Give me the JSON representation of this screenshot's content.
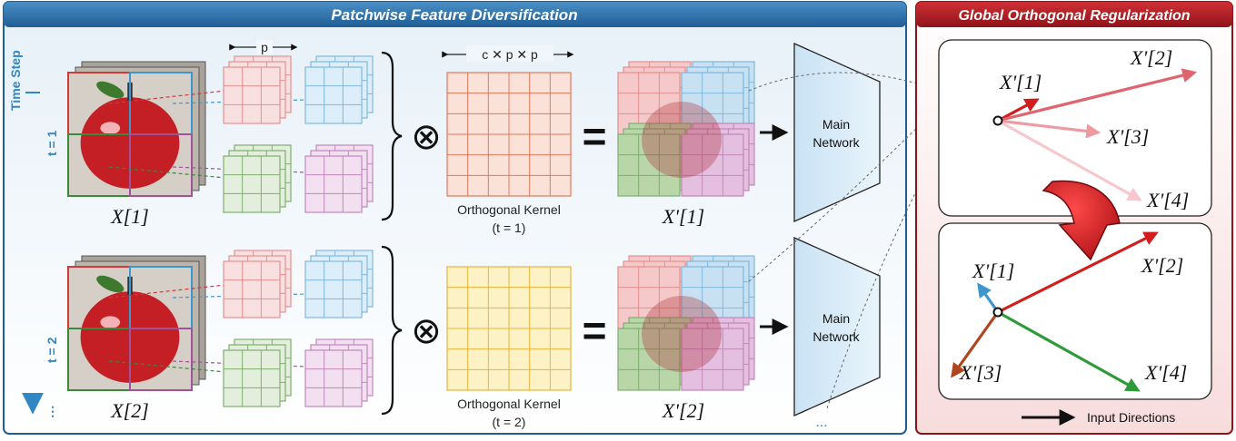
{
  "left_panel": {
    "title": "Patchwise Feature Diversification",
    "time_axis_label": "Time Step",
    "t1_label": "t = 1",
    "t2_label": "t = 2",
    "ellipsis": "⋮",
    "p_label": "p",
    "kernel_dims_label": "c ✕ p ✕ p",
    "rows": [
      {
        "input_label": "X[1]",
        "kernel_caption_line1": "Orthogonal Kernel",
        "kernel_caption_line2": "(t = 1)",
        "output_label": "X'[1]",
        "network_line1": "Main",
        "network_line2": "Network"
      },
      {
        "input_label": "X[2]",
        "kernel_caption_line1": "Orthogonal Kernel",
        "kernel_caption_line2": "(t = 2)",
        "output_label": "X'[2]",
        "network_line1": "Main",
        "network_line2": "Network"
      }
    ],
    "operator_multiply": "⊗",
    "operator_equals": "=",
    "bottom_dots": "..."
  },
  "right_panel": {
    "title": "Global Orthogonal Regularization",
    "top_vectors": [
      "X'[1]",
      "X'[2]",
      "X'[3]",
      "X'[4]"
    ],
    "bottom_vectors": [
      "X'[1]",
      "X'[2]",
      "X'[3]",
      "X'[4]"
    ],
    "legend": "Input Directions"
  },
  "colors": {
    "red": "#d23a3a",
    "blue": "#3f96cf",
    "green": "#3a8a3a",
    "purple": "#a0529a",
    "kernel_orange": "#e2795a",
    "kernel_yellow": "#e8b53a",
    "header_blue": "#2c6fa8",
    "header_red": "#b01d24",
    "network_fill": "#d9ecf8"
  }
}
